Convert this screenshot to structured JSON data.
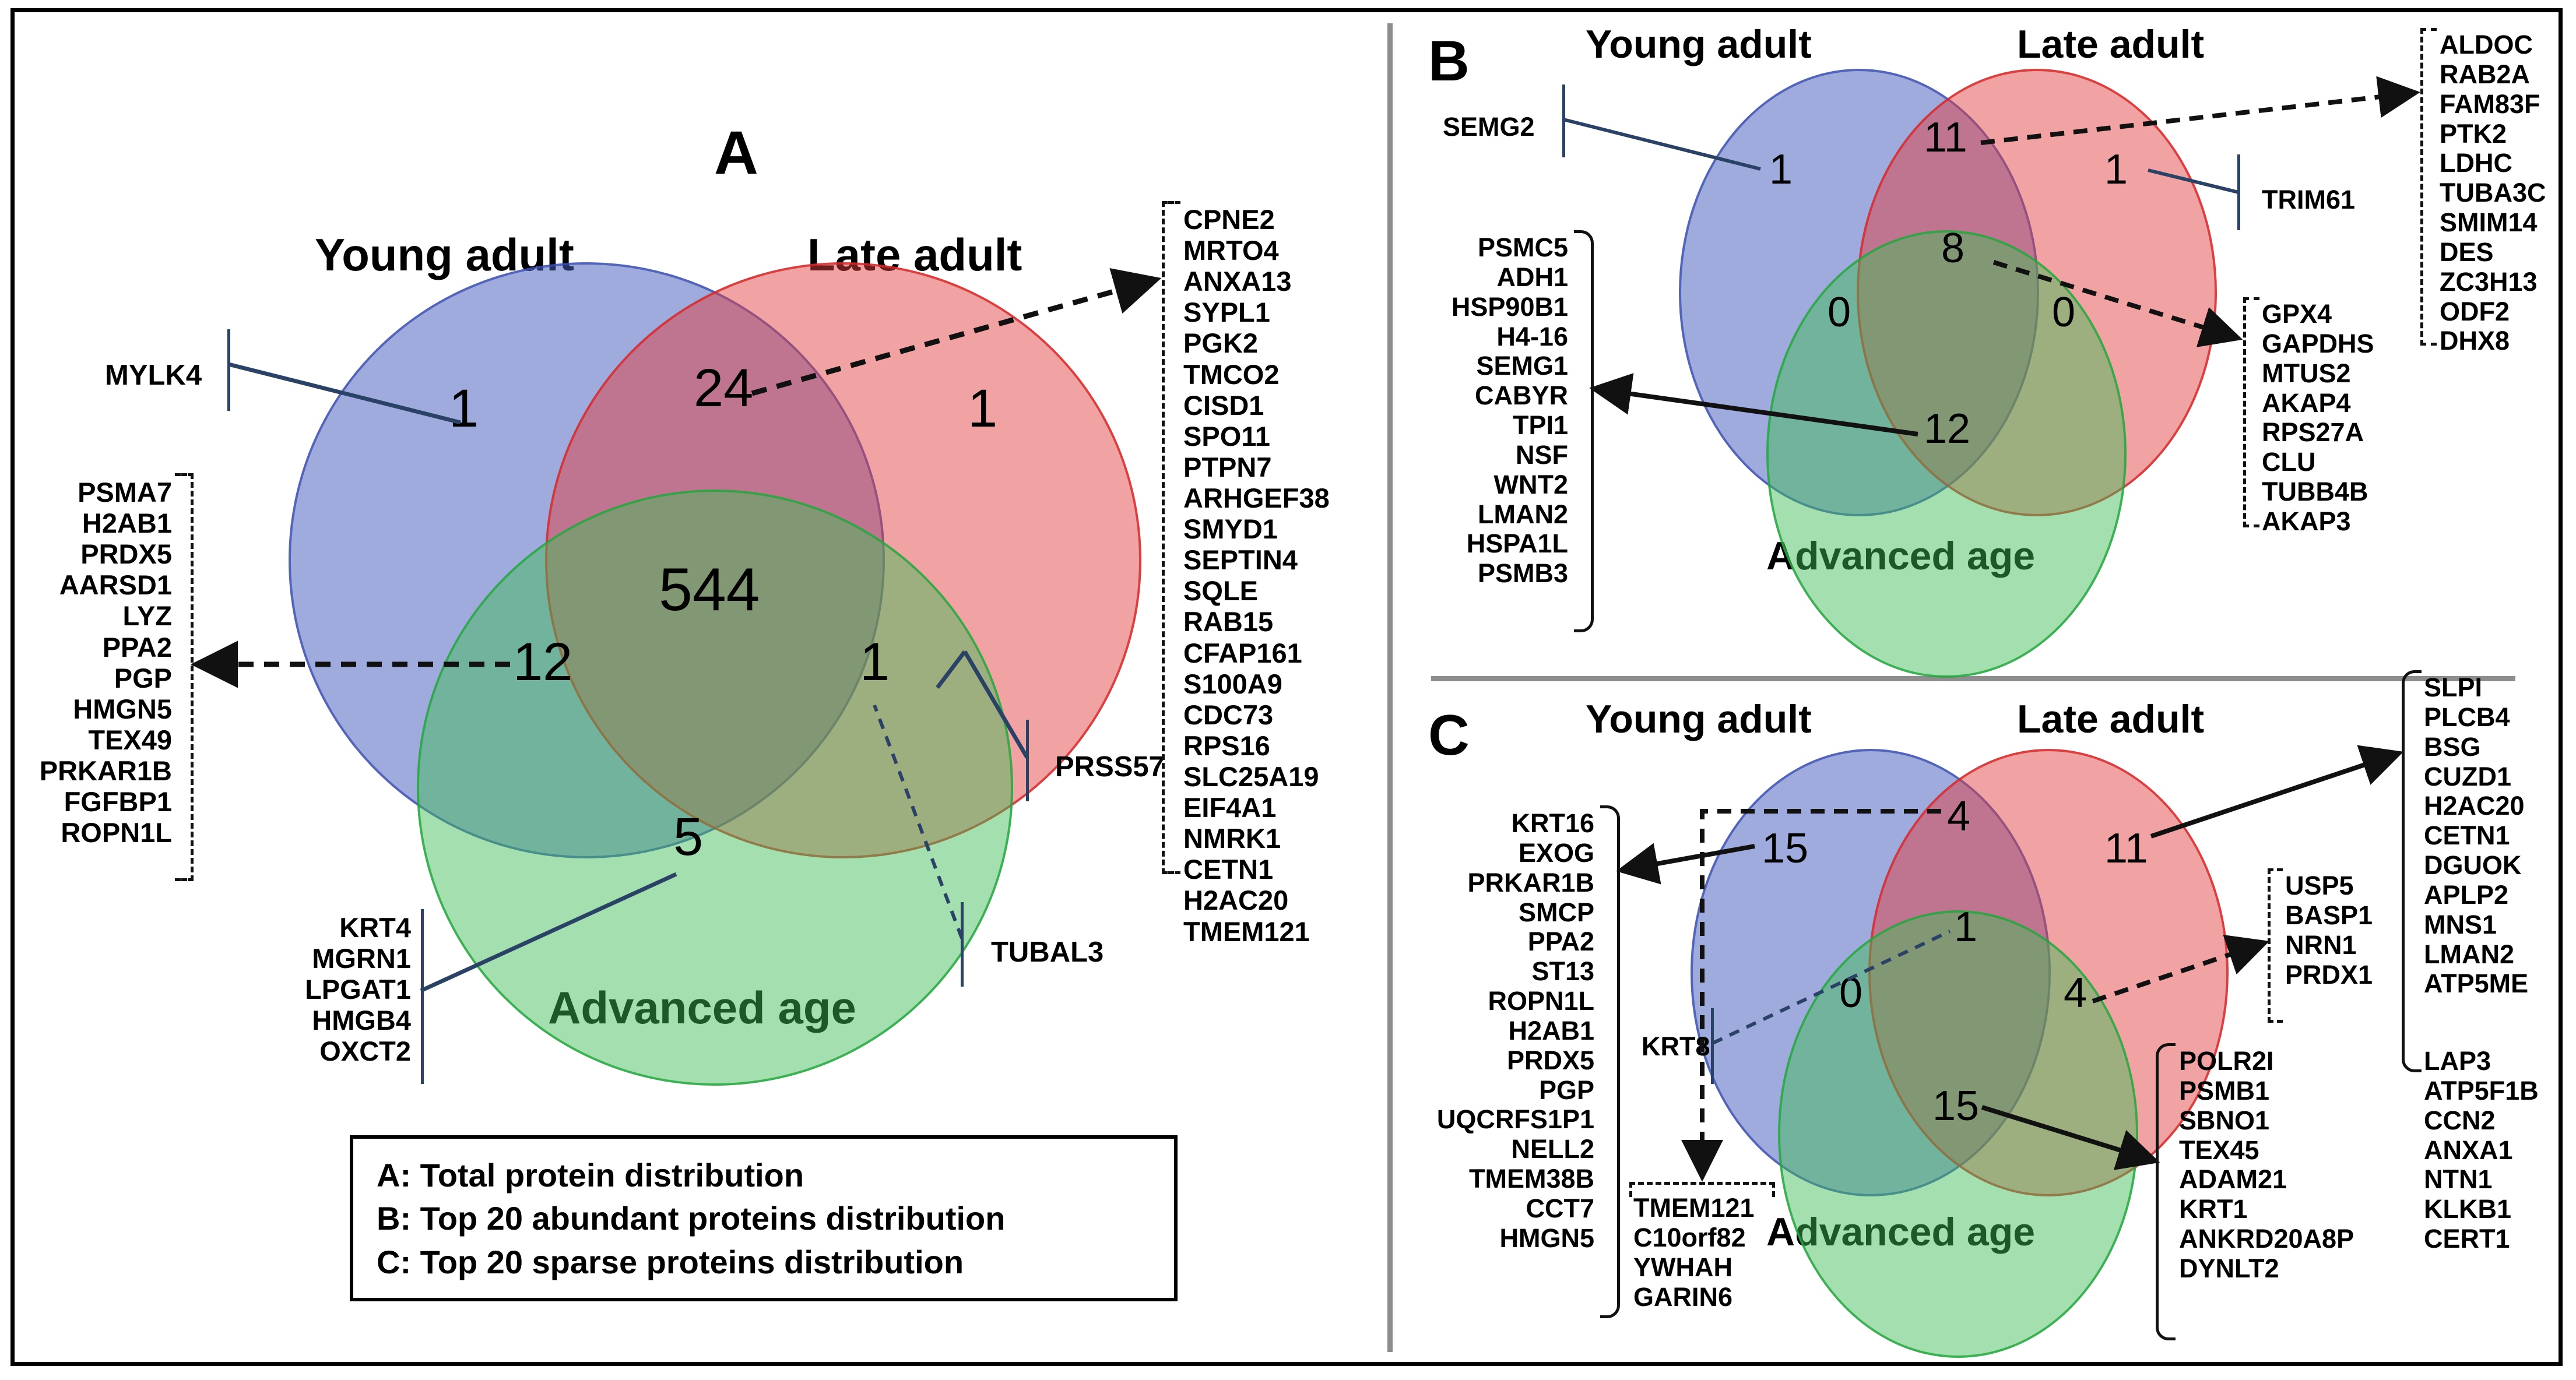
{
  "figure": {
    "legend_box": [
      "A: Total protein distribution",
      "B: Top 20 abundant proteins distribution",
      "C: Top 20 sparse proteins distribution"
    ]
  },
  "colors": {
    "young_adult": "#8b9ad4",
    "late_adult": "#e8908f",
    "advanced_age": "#84ca8c",
    "divider": "#8d8d8d",
    "leader_line": "#2a4265"
  },
  "panels": {
    "A": {
      "letter": "A",
      "set_labels": {
        "young": "Young adult",
        "late": "Late adult",
        "advanced": "Advanced age"
      },
      "counts": {
        "young_only": "1",
        "late_only": "1",
        "advanced_only": "5",
        "young_late": "24",
        "young_advanced": "12",
        "late_advanced": "1",
        "all_three": "544"
      },
      "labels": {
        "young_only": "MYLK4",
        "late_only": "PRSS57",
        "late_advanced": "TUBAL3"
      },
      "lists": {
        "young_late_24": [
          "CPNE2",
          "MRTO4",
          "ANXA13",
          "SYPL1",
          "PGK2",
          "TMCO2",
          "CISD1",
          "SPO11",
          "PTPN7",
          "ARHGEF38",
          "SMYD1",
          "SEPTIN4",
          "SQLE",
          "RAB15",
          "CFAP161",
          "S100A9",
          "CDC73",
          "RPS16",
          "SLC25A19",
          "EIF4A1",
          "NMRK1",
          "CETN1",
          "H2AC20",
          "TMEM121"
        ],
        "young_advanced_12": [
          "PSMA7",
          "H2AB1",
          "PRDX5",
          "AARSD1",
          "LYZ",
          "PPA2",
          "PGP",
          "HMGN5",
          "TEX49",
          "PRKAR1B",
          "FGFBP1",
          "ROPN1L"
        ],
        "advanced_only_5": [
          "KRT4",
          "MGRN1",
          "LPGAT1",
          "HMGB4",
          "OXCT2"
        ]
      }
    },
    "B": {
      "letter": "B",
      "set_labels": {
        "young": "Young adult",
        "late": "Late adult",
        "advanced": "Advanced age"
      },
      "counts": {
        "young_only": "1",
        "late_only": "1",
        "advanced_only": "12",
        "young_late": "11",
        "young_advanced": "0",
        "late_advanced": "0",
        "all_three": "8"
      },
      "labels": {
        "young_only": "SEMG2",
        "late_only": "TRIM61"
      },
      "lists": {
        "young_late_11": [
          "ALDOC",
          "RAB2A",
          "FAM83F",
          "PTK2",
          "LDHC",
          "TUBA3C",
          "SMIM14",
          "DES",
          "ZC3H13",
          "ODF2",
          "DHX8"
        ],
        "all_three_8": [
          "GPX4",
          "GAPDHS",
          "MTUS2",
          "AKAP4",
          "RPS27A",
          "CLU",
          "TUBB4B",
          "AKAP3"
        ],
        "advanced_only_12": [
          "PSMC5",
          "ADH1",
          "HSP90B1",
          "H4-16",
          "SEMG1",
          "CABYR",
          "TPI1",
          "NSF",
          "WNT2",
          "LMAN2",
          "HSPA1L",
          "PSMB3"
        ]
      }
    },
    "C": {
      "letter": "C",
      "set_labels": {
        "young": "Young adult",
        "late": "Late adult",
        "advanced": "Advanced age"
      },
      "counts": {
        "young_only": "15",
        "late_only": "11",
        "advanced_only": "15",
        "young_late": "4",
        "young_advanced": "0",
        "late_advanced": "4",
        "all_three": "1"
      },
      "labels": {
        "all_three": "KRT8"
      },
      "lists": {
        "young_only_15": [
          "KRT16",
          "EXOG",
          "PRKAR1B",
          "SMCP",
          "PPA2",
          "ST13",
          "ROPN1L",
          "H2AB1",
          "PRDX5",
          "PGP",
          "UQCRFS1P1",
          "NELL2",
          "TMEM38B",
          "CCT7",
          "HMGN5"
        ],
        "young_late_4": [
          "TMEM121",
          "C10orf82",
          "YWHAH",
          "GARIN6"
        ],
        "late_only_11": [
          "SLPI",
          "PLCB4",
          "BSG",
          "CUZD1",
          "H2AC20",
          "CETN1",
          "DGUOK",
          "APLP2",
          "MNS1",
          "LMAN2",
          "ATP5ME"
        ],
        "late_advanced_4": [
          "USP5",
          "BASP1",
          "NRN1",
          "PRDX1"
        ],
        "advanced_only_15_col1": [
          "POLR2I",
          "PSMB1",
          "SBNO1",
          "TEX45",
          "ADAM21",
          "KRT1",
          "ANKRD20A8P",
          "DYNLT2"
        ],
        "advanced_only_15_col2": [
          "LAP3",
          "ATP5F1B",
          "CCN2",
          "ANXA1",
          "NTN1",
          "KLKB1",
          "CERT1"
        ]
      }
    }
  }
}
